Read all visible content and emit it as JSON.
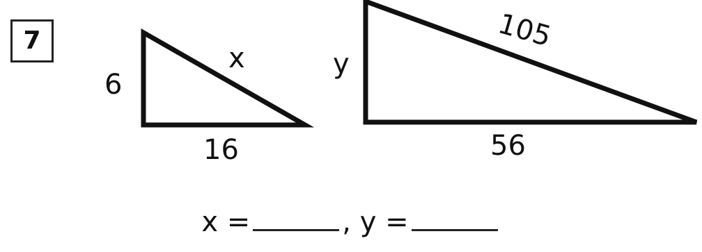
{
  "problem": {
    "number": "7"
  },
  "small_triangle": {
    "side_vertical": "6",
    "side_horizontal": "16",
    "side_hypotenuse": "x"
  },
  "large_triangle": {
    "side_vertical": "y",
    "side_horizontal": "56",
    "side_hypotenuse": "105"
  },
  "answer": {
    "x_label": "x =",
    "separator": ",",
    "y_label": "y ="
  },
  "colors": {
    "stroke": "#111111",
    "background": "#ffffff"
  }
}
